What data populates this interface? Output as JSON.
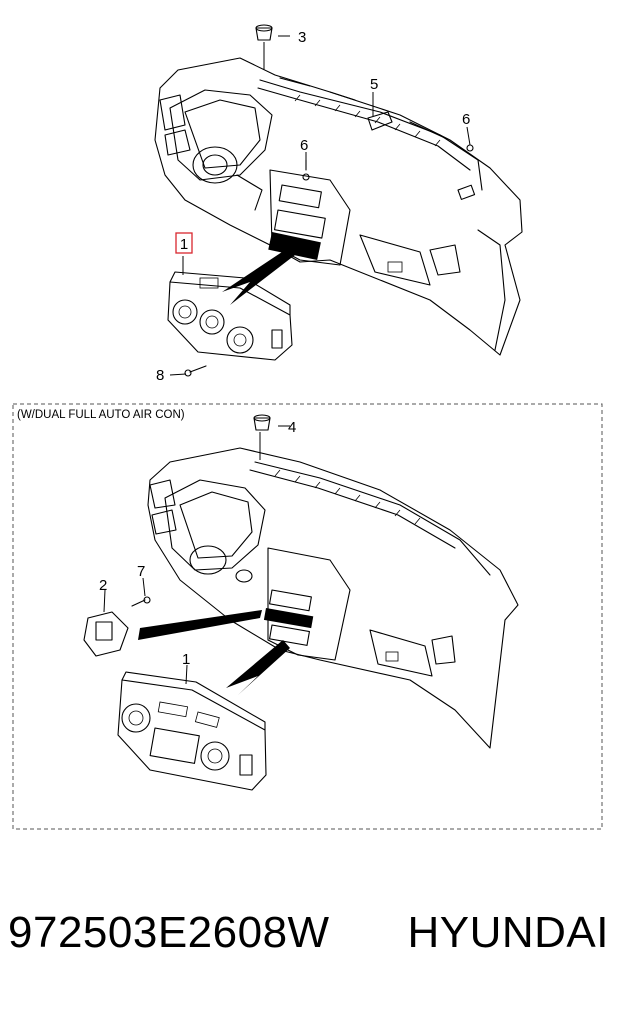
{
  "callouts": {
    "top": [
      "1",
      "3",
      "5",
      "6",
      "6",
      "8"
    ],
    "bottom": [
      "1",
      "2",
      "4",
      "7"
    ]
  },
  "variant_label": "(W/DUAL FULL AUTO AIR CON)",
  "caption": {
    "part_number": "972503E2608W",
    "brand": "HYUNDAI"
  },
  "colors": {
    "highlight": "#d9262e",
    "ink": "#000000"
  }
}
